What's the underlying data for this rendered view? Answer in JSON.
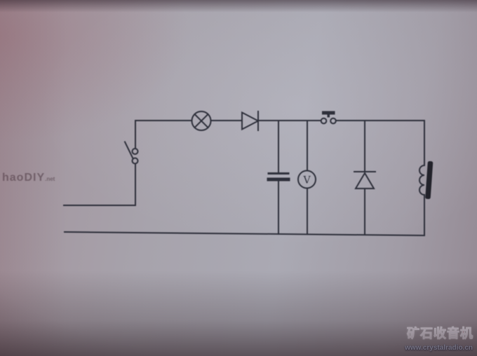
{
  "watermarks": {
    "left_text": "haoDIY",
    "left_suffix": ".net",
    "brand_title": "矿石收音机",
    "brand_url": "www.crystalradio.cn",
    "brand_color": "#7c2833",
    "url_color": "#ccd6f0"
  },
  "circuit": {
    "voltmeter_label": "V",
    "line_color": "#272934",
    "components": [
      {
        "id": "supply-leads",
        "label": "open power-supply leads (left)"
      },
      {
        "id": "knife-switch",
        "label": "open SPST switch"
      },
      {
        "id": "lamp",
        "label": "indicator lamp (circle with X)"
      },
      {
        "id": "series-diode",
        "label": "diode, anode left / cathode right"
      },
      {
        "id": "capacitor",
        "label": "polarized capacitor to bottom rail"
      },
      {
        "id": "voltmeter",
        "label": "voltmeter (circle with V)"
      },
      {
        "id": "push-button",
        "label": "momentary push button in top rail"
      },
      {
        "id": "flyback-diode",
        "label": "diode, cathode up, across coil"
      },
      {
        "id": "relay-coil",
        "label": "inductor coil with iron core (right)"
      }
    ]
  }
}
